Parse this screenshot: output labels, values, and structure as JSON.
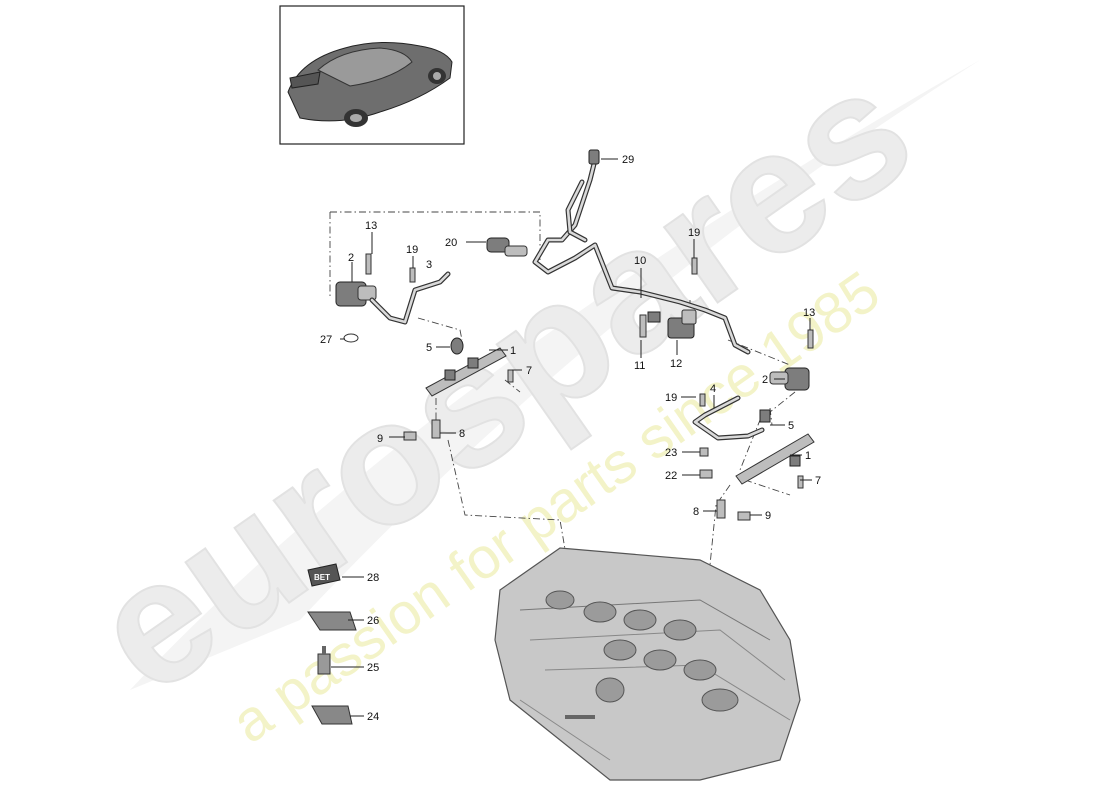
{
  "watermark": {
    "brand": "eurospares",
    "tagline": "a passion for parts since 1985"
  },
  "callouts": [
    {
      "id": "29",
      "text": "29"
    },
    {
      "id": "13a",
      "text": "13"
    },
    {
      "id": "19a",
      "text": "19"
    },
    {
      "id": "3",
      "text": "3"
    },
    {
      "id": "20",
      "text": "20"
    },
    {
      "id": "2a",
      "text": "2"
    },
    {
      "id": "27",
      "text": "27"
    },
    {
      "id": "5a",
      "text": "5"
    },
    {
      "id": "1a",
      "text": "1"
    },
    {
      "id": "7a",
      "text": "7"
    },
    {
      "id": "9a",
      "text": "9"
    },
    {
      "id": "8a",
      "text": "8"
    },
    {
      "id": "10",
      "text": "10"
    },
    {
      "id": "19b",
      "text": "19"
    },
    {
      "id": "11",
      "text": "11"
    },
    {
      "id": "12",
      "text": "12"
    },
    {
      "id": "13b",
      "text": "13"
    },
    {
      "id": "2b",
      "text": "2"
    },
    {
      "id": "19c",
      "text": "19"
    },
    {
      "id": "4",
      "text": "4"
    },
    {
      "id": "5b",
      "text": "5"
    },
    {
      "id": "23",
      "text": "23"
    },
    {
      "id": "22",
      "text": "22"
    },
    {
      "id": "1b",
      "text": "1"
    },
    {
      "id": "7b",
      "text": "7"
    },
    {
      "id": "8b",
      "text": "8"
    },
    {
      "id": "9b",
      "text": "9"
    },
    {
      "id": "28",
      "text": "28"
    },
    {
      "id": "26",
      "text": "26"
    },
    {
      "id": "25",
      "text": "25"
    },
    {
      "id": "24",
      "text": "24"
    }
  ],
  "accessory_tag_text": "BET"
}
